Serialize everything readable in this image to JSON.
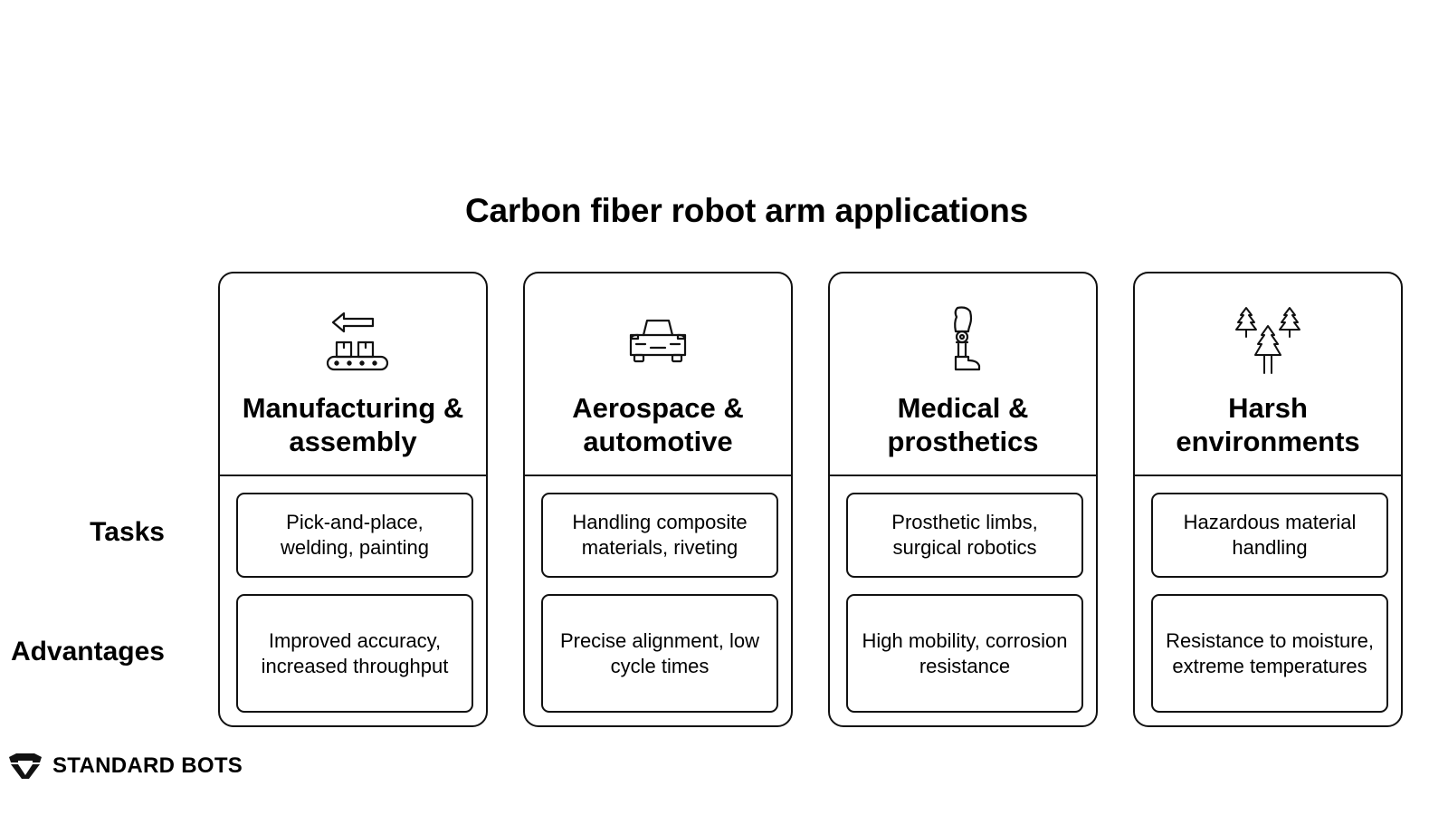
{
  "title": "Carbon fiber robot arm applications",
  "row_labels": {
    "tasks": "Tasks",
    "advantages": "Advantages"
  },
  "cards": [
    {
      "icon": "conveyor-belt-icon",
      "title": "Manufacturing & assembly",
      "task": "Pick-and-place, welding, painting",
      "advantage": "Improved accuracy, increased throughput"
    },
    {
      "icon": "car-icon",
      "title": "Aerospace & automotive",
      "task": "Handling composite materials, riveting",
      "advantage": "Precise alignment, low cycle times"
    },
    {
      "icon": "prosthetic-leg-icon",
      "title": "Medical & prosthetics",
      "task": "Prosthetic limbs, surgical robotics",
      "advantage": "High mobility, corrosion resistance"
    },
    {
      "icon": "trees-icon",
      "title": "Harsh environments",
      "task": "Hazardous material handling",
      "advantage": "Resistance to moisture, extreme temperatures"
    }
  ],
  "logo": {
    "icon": "standard-bots-logo-icon",
    "text": "STANDARD BOTS"
  },
  "colors": {
    "stroke": "#111111",
    "background": "#ffffff"
  }
}
